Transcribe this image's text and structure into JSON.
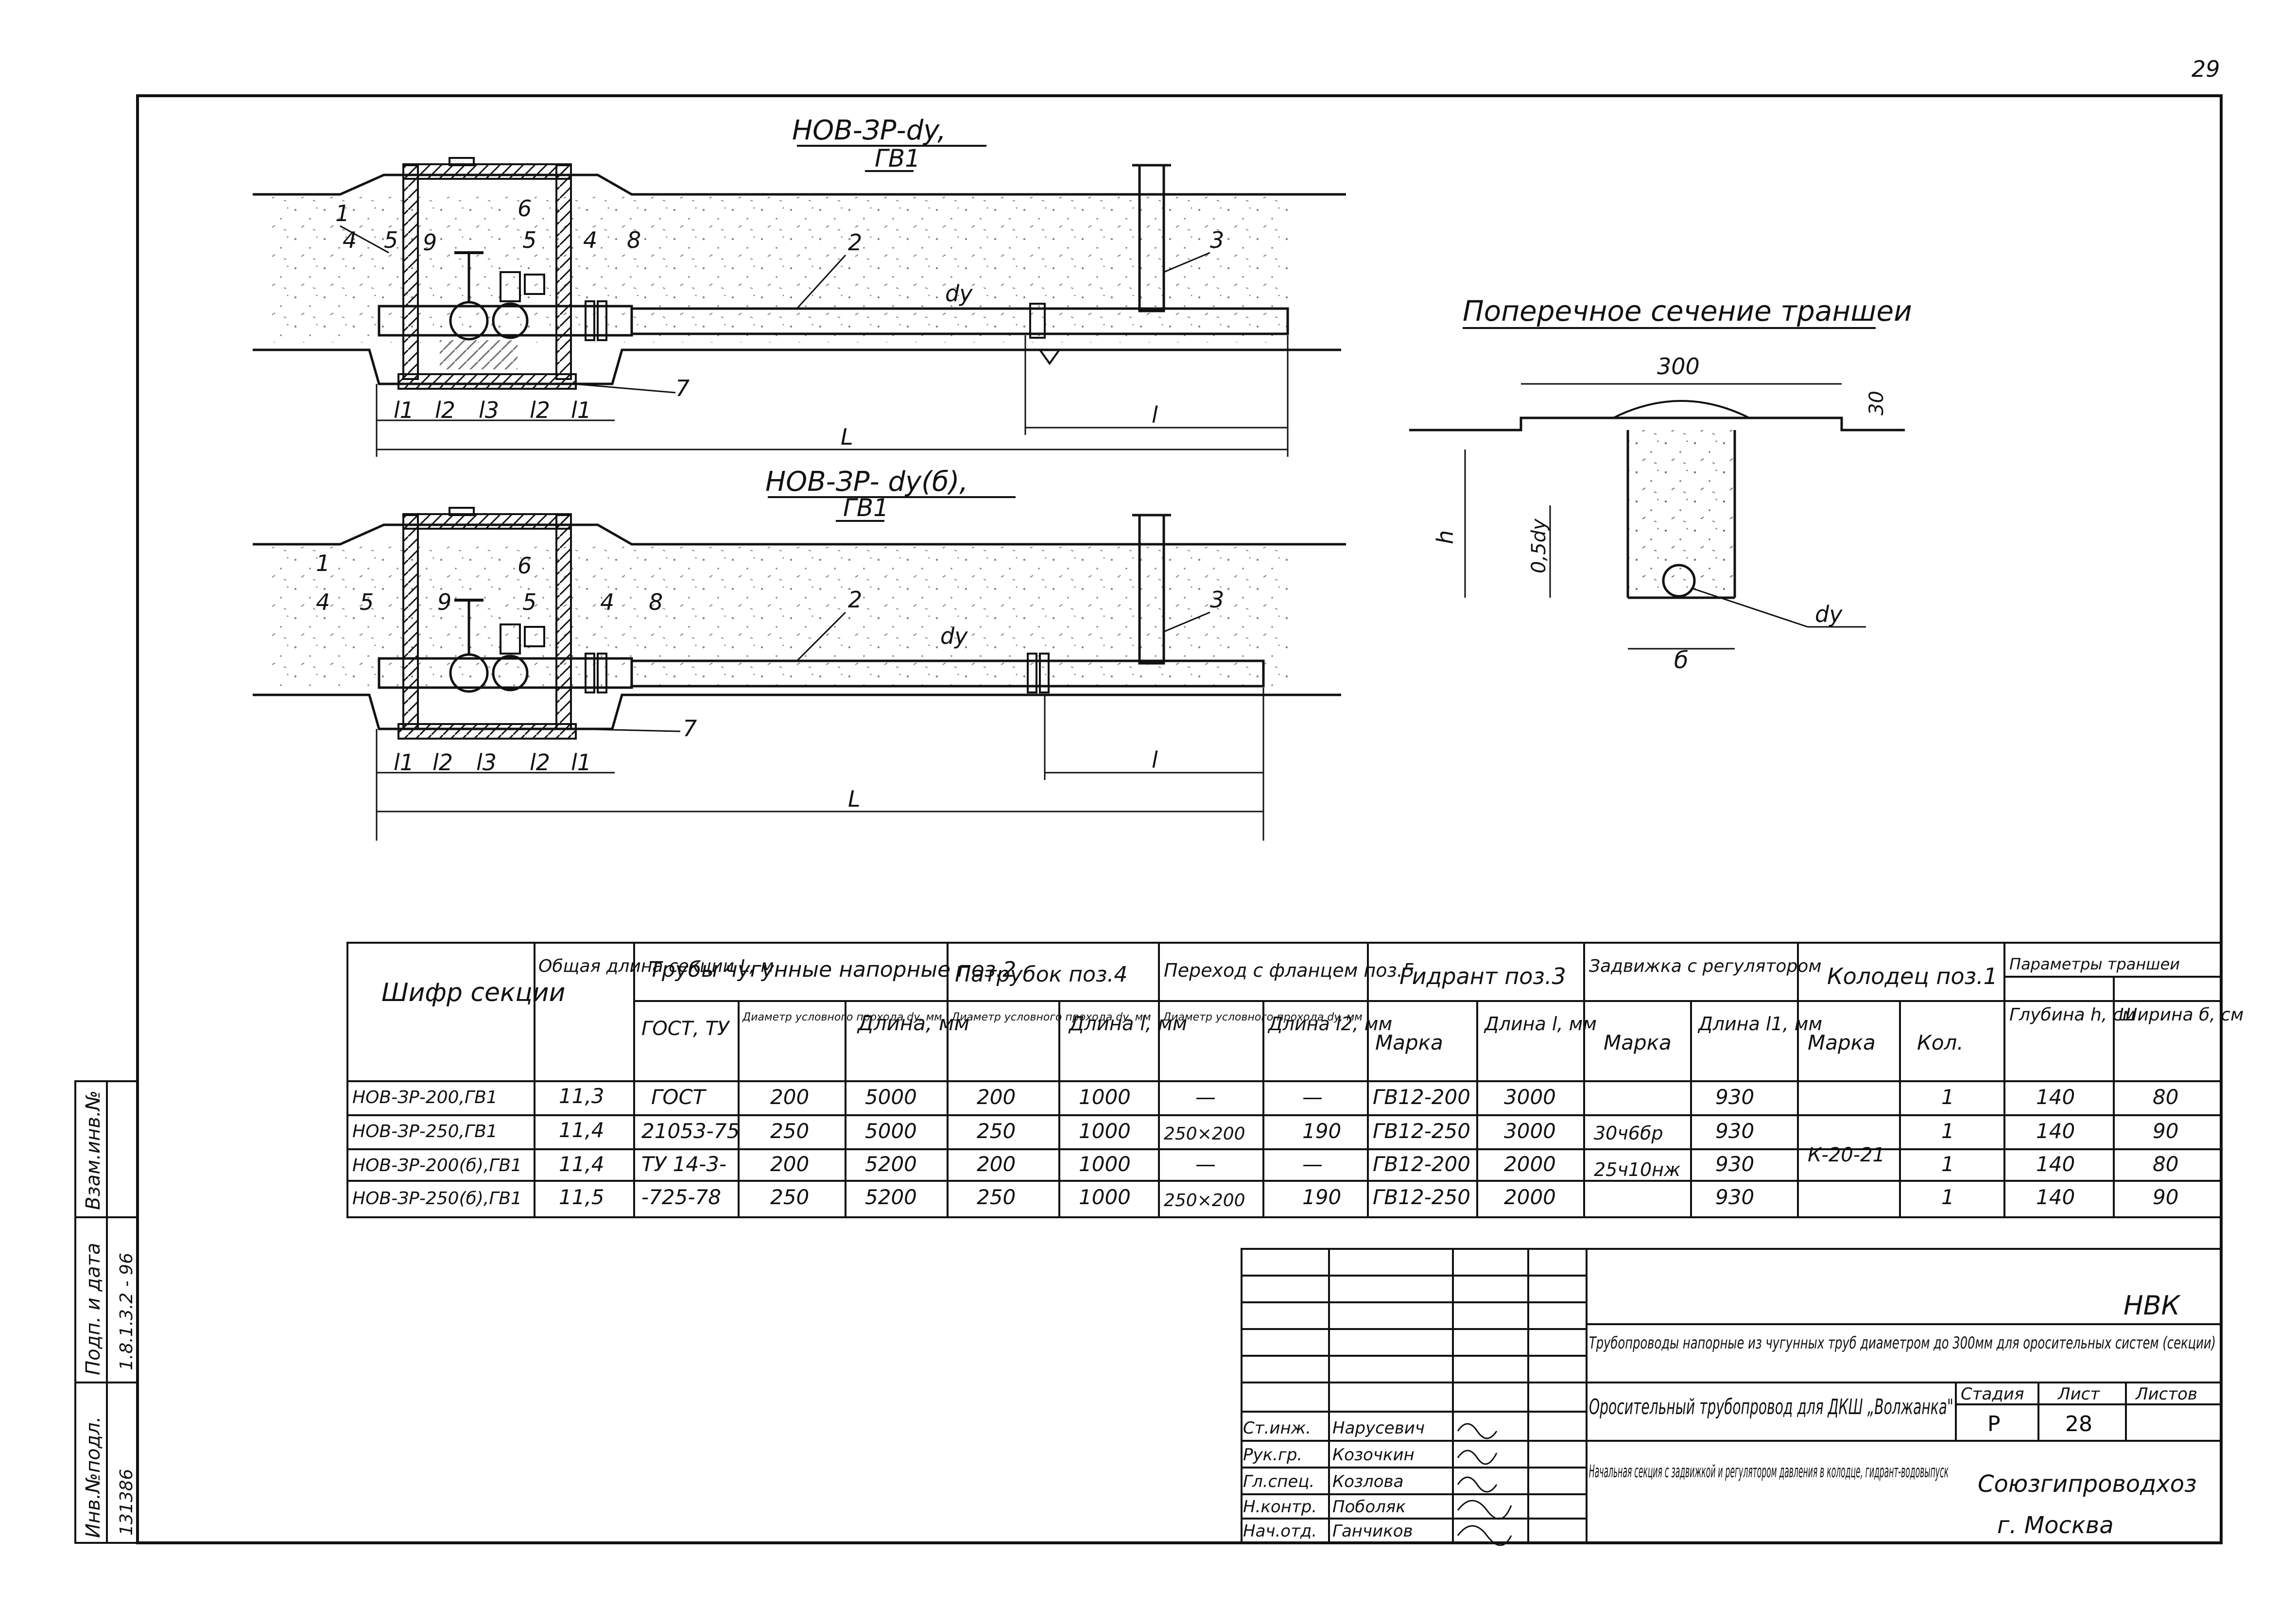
{
  "page_number": "29",
  "drawing1": {
    "title": "НОВ-ЗР-dy,",
    "subtitle": "ГВ1",
    "callouts": [
      "1",
      "4",
      "5",
      "9",
      "6",
      "5",
      "4",
      "8",
      "2",
      "3",
      "7"
    ],
    "dims": [
      "l1",
      "l2",
      "l3",
      "l2",
      "l1",
      "L",
      "l",
      "dy"
    ]
  },
  "drawing2": {
    "title": "НОВ-ЗР- dy(б),",
    "subtitle": "ГВ1",
    "callouts": [
      "1",
      "4",
      "5",
      "9",
      "6",
      "5",
      "4",
      "8",
      "2",
      "3",
      "7"
    ],
    "dims": [
      "l1",
      "l2",
      "l3",
      "l2",
      "l1",
      "L",
      "l",
      "dy"
    ]
  },
  "cross_section": {
    "title": "Поперечное сечение траншеи",
    "width_label": "300",
    "top_label": "30",
    "depth_label": "h",
    "half_label": "0,5dy",
    "pipe_label": "dy",
    "bottom_label": "б"
  },
  "table": {
    "headers": {
      "shifr": "Шифр секции",
      "total_length": "Общая длина секции L, м",
      "pipes": "Трубы чугунные напорные поз.2",
      "pipes_gost": "ГОСТ, ТУ",
      "pipes_diam": "Диаметр условного прохода dy, мм",
      "pipes_len": "Длина, мм",
      "patrubok": "Патрубок поз.4",
      "patrubok_diam": "Диаметр условного прохода dy, мм",
      "patrubok_len": "Длина l, мм",
      "perehod": "Переход с фланцем поз.5",
      "perehod_diam": "Диаметр условного прохода dy, мм",
      "perehod_len": "Длина l2, мм",
      "gidrant": "Гидрант поз.3",
      "gidrant_mark": "Марка",
      "gidrant_len": "Длина l, мм",
      "zadv": "Задвижка с регулятором",
      "zadv_mark": "Марка",
      "zadv_len": "Длина l1, мм",
      "kolodec": "Колодец поз.1",
      "kolodec_mark": "Марка",
      "kolodec_qty": "Кол.",
      "trench": "Параметры траншеи",
      "trench_depth": "Глубина h, см",
      "trench_width": "Ширина б, см"
    },
    "rows": [
      {
        "shifr": "НОВ-ЗР-200,ГВ1",
        "L": "11,3",
        "gost": "ГОСТ",
        "pd": "200",
        "pl": "5000",
        "ad": "200",
        "al": "1000",
        "fd": "—",
        "fl": "—",
        "gm": "ГВ12-200",
        "gl": "3000",
        "zl": "930",
        "kq": "1",
        "h": "140",
        "b": "80"
      },
      {
        "shifr": "НОВ-ЗР-250,ГВ1",
        "L": "11,4",
        "gost": "21053-75",
        "pd": "250",
        "pl": "5000",
        "ad": "250",
        "al": "1000",
        "fd": "250×200",
        "fl": "190",
        "gm": "ГВ12-250",
        "gl": "3000",
        "zl": "930",
        "kq": "1",
        "h": "140",
        "b": "90"
      },
      {
        "shifr": "НОВ-ЗР-200(б),ГВ1",
        "L": "11,4",
        "gost": "ТУ 14-3-",
        "pd": "200",
        "pl": "5200",
        "ad": "200",
        "al": "1000",
        "fd": "—",
        "fl": "—",
        "gm": "ГВ12-200",
        "gl": "2000",
        "zl": "930",
        "kq": "1",
        "h": "140",
        "b": "80"
      },
      {
        "shifr": "НОВ-ЗР-250(б),ГВ1",
        "L": "11,5",
        "gost": "-725-78",
        "pd": "250",
        "pl": "5200",
        "ad": "250",
        "al": "1000",
        "fd": "250×200",
        "fl": "190",
        "gm": "ГВ12-250",
        "gl": "2000",
        "zl": "930",
        "kq": "1",
        "h": "140",
        "b": "90"
      }
    ],
    "zadv_marks": [
      "30ч6бр",
      "25ч10нж"
    ],
    "kolodec_mark": "К-20-21"
  },
  "title_block": {
    "code": "НВК",
    "series_title": "Трубопроводы напорные из чугунных труб диаметром до 300мм для оросительных систем (секции)",
    "object": "Оросительный трубопровод для ДКШ „Волжанка\"",
    "sheet_title": "Начальная секция с задвижкой и регулятором давления в колодце, гидрант-водовыпуск",
    "stage_h": "Стадия",
    "sheet_h": "Лист",
    "sheets_h": "Листов",
    "stage": "Р",
    "sheet": "28",
    "org": "Союзгипроводхоз",
    "city": "г. Москва",
    "roles": [
      "Ст.инж.",
      "Рук.гр.",
      "Гл.спец.",
      "Н.контр.",
      "Нач.отд."
    ],
    "names": [
      "Нарусевич",
      "Козочкин",
      "Козлова",
      "Поболяк",
      "Ганчиков"
    ]
  },
  "side_stamp": [
    "Инв.№подл.",
    "Подп. и дата",
    "Взам.инв.№"
  ],
  "side_stamp_values": [
    "131386",
    "1.8.1.3.2 - 96"
  ]
}
